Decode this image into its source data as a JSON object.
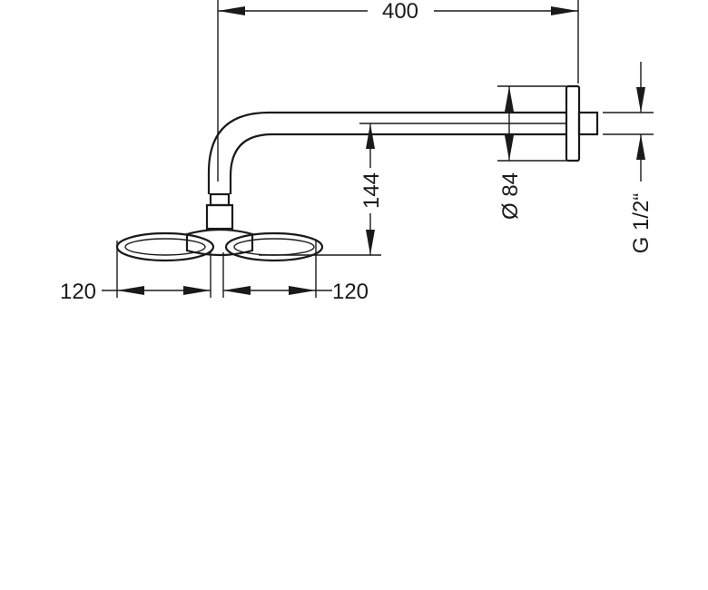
{
  "dimensions": {
    "width_total": "400",
    "height_drop": "144",
    "flange_diameter": "Ø 84",
    "thread": "G 1/2“",
    "head_left": "120",
    "head_right": "120"
  }
}
